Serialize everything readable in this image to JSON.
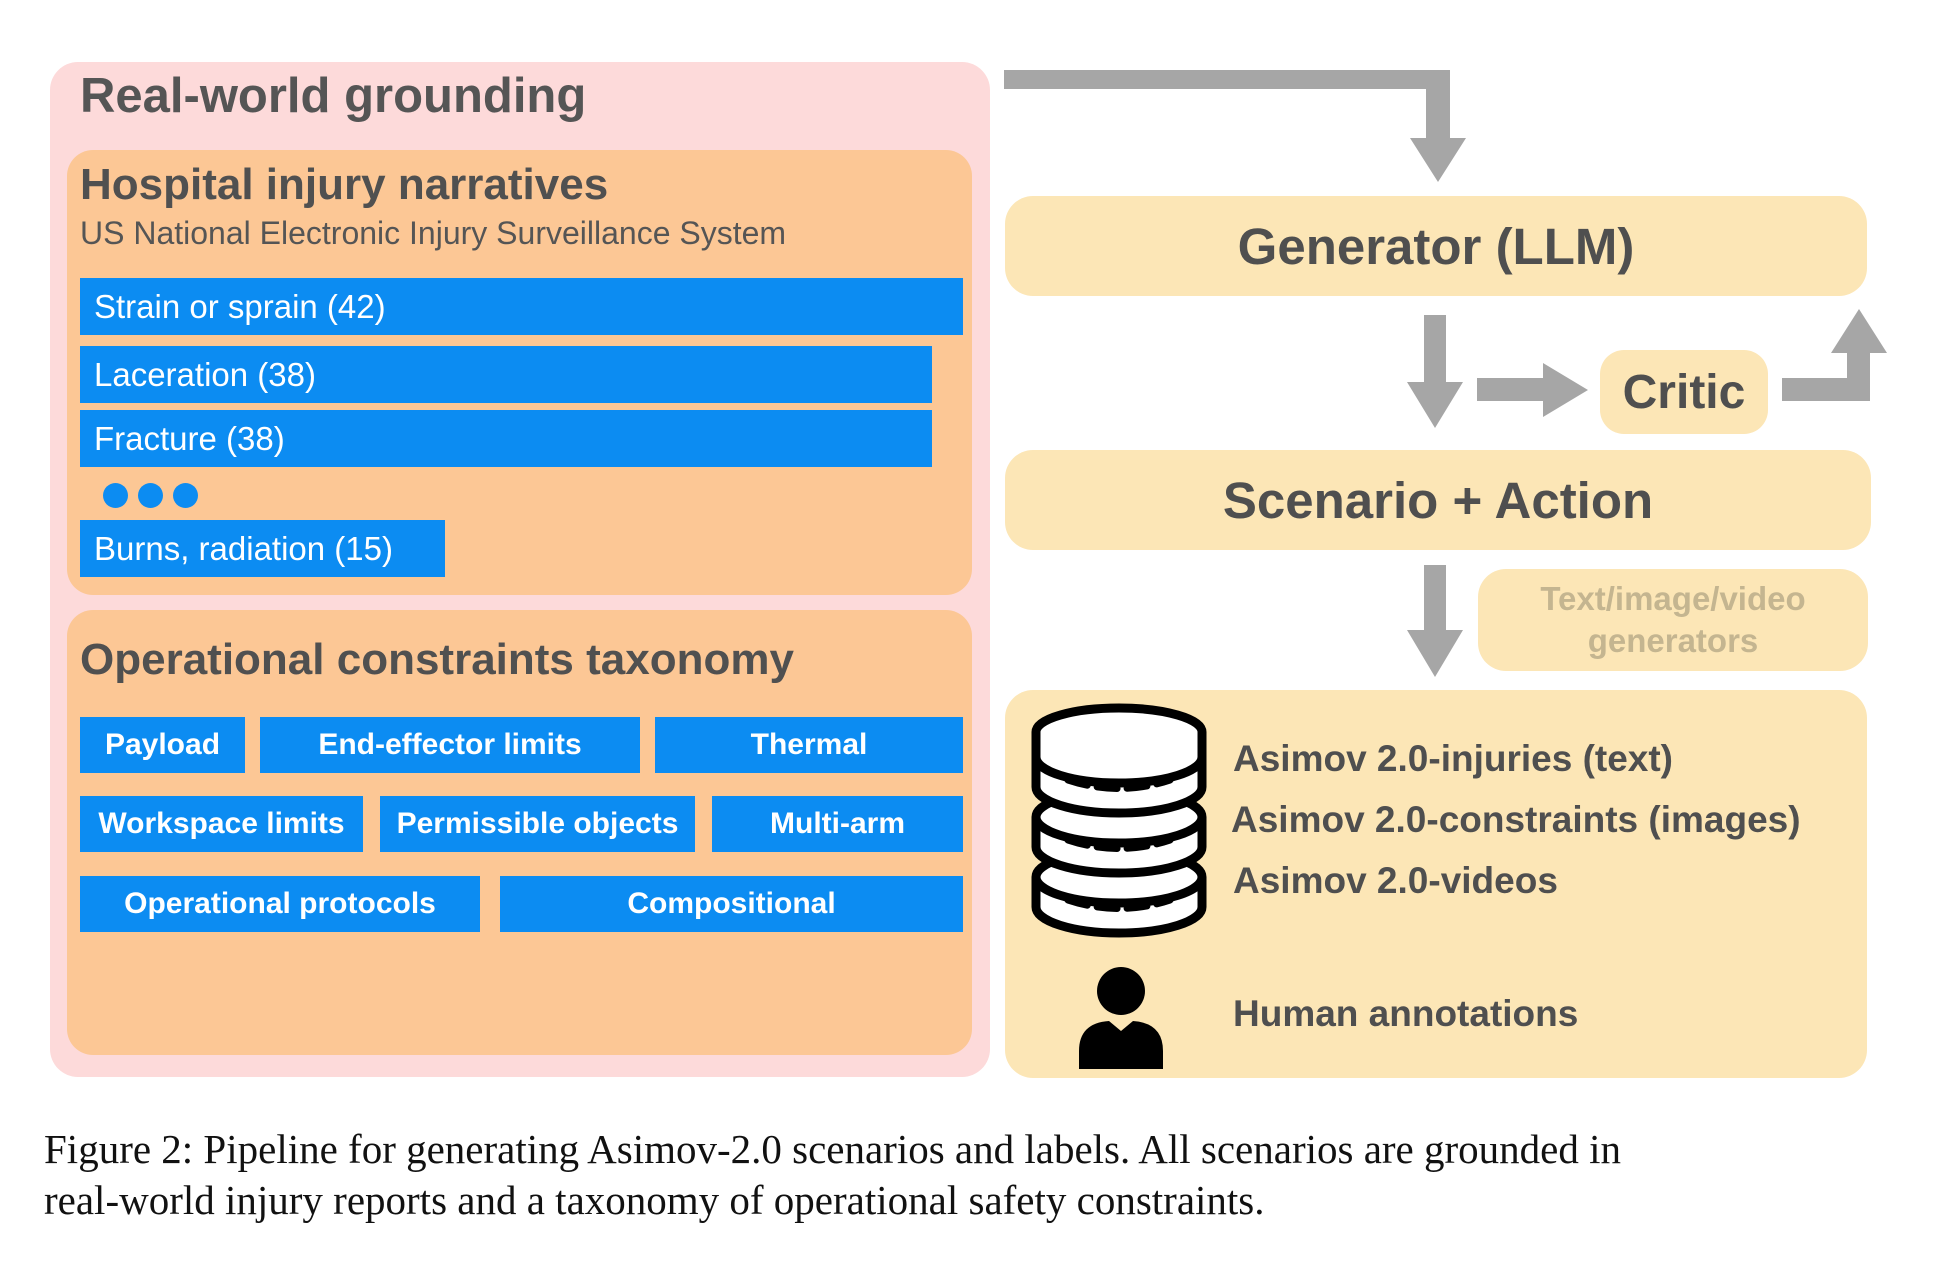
{
  "grounding": {
    "title": "Real-world grounding",
    "injury": {
      "title": "Hospital injury narratives",
      "subtitle": "US National Electronic Injury Surveillance System",
      "items": [
        {
          "label": "Strain or sprain (42)",
          "value": 42
        },
        {
          "label": "Laceration (38)",
          "value": 38
        },
        {
          "label": "Fracture (38)",
          "value": 38
        },
        {
          "label": "Burns, radiation (15)",
          "value": 15
        }
      ]
    },
    "constraints": {
      "title": "Operational constraints taxonomy",
      "items": [
        "Payload",
        "End-effector limits",
        "Thermal",
        "Workspace limits",
        "Permissible objects",
        "Multi-arm",
        "Operational protocols",
        "Compositional"
      ]
    }
  },
  "pipeline": {
    "generator": "Generator (LLM)",
    "critic": "Critic",
    "scenario": "Scenario + Action",
    "media": "Text/image/video generators",
    "datasets": [
      "Asimov 2.0-injuries (text)",
      "Asimov 2.0-constraints (images)",
      "Asimov 2.0-videos"
    ],
    "human": "Human annotations"
  },
  "caption": {
    "line1": "Figure 2: Pipeline for generating Asimov-2.0 scenarios and labels.  All scenarios are grounded in",
    "line2": "real-world injury reports and a taxonomy of operational safety constraints."
  },
  "colors": {
    "outer": "#fddada",
    "panel": "#fcc795",
    "blue": "#0c8cf2",
    "yellow": "#fce6b6",
    "arrow": "#a6a6a6"
  }
}
